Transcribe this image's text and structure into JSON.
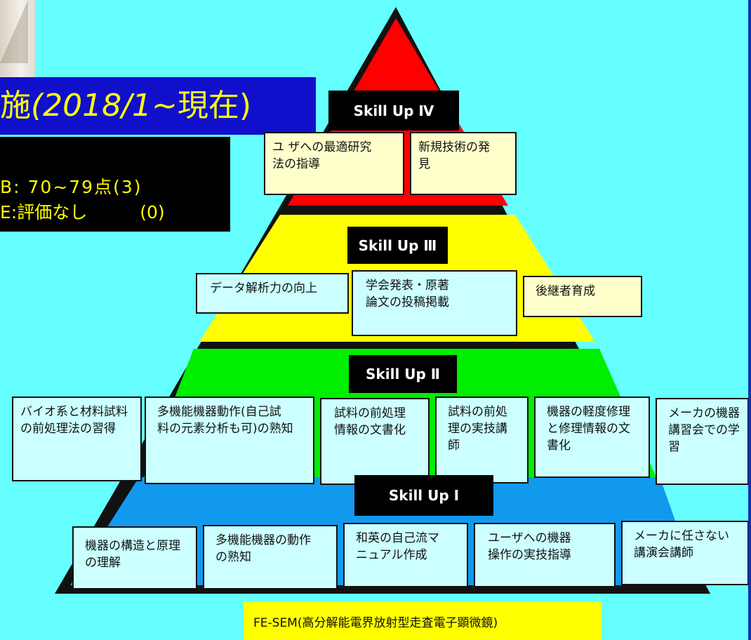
{
  "title": {
    "part1": "施",
    "part2": "(2018/1",
    "part3": "~現在)"
  },
  "scores": {
    "line1": "B: 70~79点(3)",
    "line2": "E:評価なし　　　(0)"
  },
  "levels": {
    "iv": {
      "label": "Skill Up Ⅳ",
      "color": "#ff0000",
      "items": [
        "ユ ザへの最適研究\n法の指導",
        "新規技術の発\n見"
      ]
    },
    "iii": {
      "label": "Skill Up Ⅲ",
      "color": "#ffff00",
      "items": [
        "データ解析力の向上",
        "学会発表・原著\n論文の投稿掲載",
        "後継者育成"
      ]
    },
    "ii": {
      "label": "Skill Up Ⅱ",
      "color": "#00ee00",
      "items": [
        "バイオ系と材料試料\nの前処理法の習得",
        "多機能機器動作(自己試\n料の元素分析も可)の熟知",
        "試料の前処理\n情報の文書化",
        "試料の前処\n理の実技講\n師",
        "機器の軽度修理\nと修理情報の文\n書化",
        "メーカの機器\n講習会での学\n習"
      ]
    },
    "i": {
      "label": "Skill Up Ⅰ",
      "color": "#1199ee",
      "items": [
        "機器の構造と原理\nの理解",
        "多機能機器の動作\nの熟知",
        "和英の自己流マ\nニュアル作成",
        "ユーザへの機器\n操作の実技指導",
        "メーカに任さない\n講演会講師"
      ]
    }
  },
  "caption": "FE-SEM(高分解能電界放射型走査電子顕微鏡)"
}
